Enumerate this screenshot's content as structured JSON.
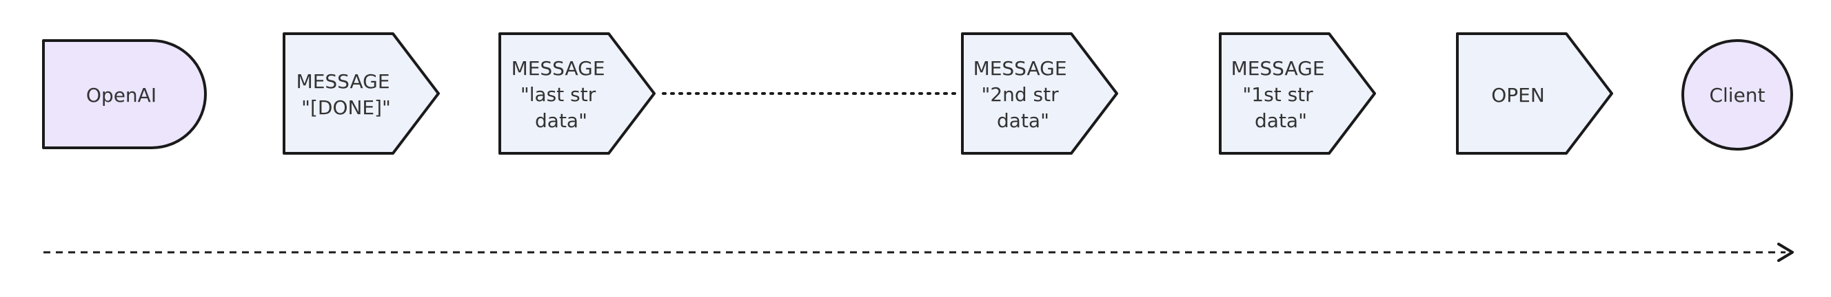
{
  "colors": {
    "terminal_fill": "#ECE5FC",
    "message_fill": "#EEF2FB",
    "stroke": "#1a1a1a",
    "text": "#333333"
  },
  "nodes": {
    "openai": {
      "label": "OpenAI",
      "shape": "half-rounded-rectangle"
    },
    "msg_done": {
      "lines": [
        "MESSAGE",
        "\"[DONE]\""
      ],
      "shape": "pentagon-arrow"
    },
    "msg_last": {
      "lines": [
        "MESSAGE",
        "\"last str",
        "data\""
      ],
      "shape": "pentagon-arrow"
    },
    "msg_2nd": {
      "lines": [
        "MESSAGE",
        "\"2nd str",
        "data\""
      ],
      "shape": "pentagon-arrow"
    },
    "msg_1st": {
      "lines": [
        "MESSAGE",
        "\"1st str",
        "data\""
      ],
      "shape": "pentagon-arrow"
    },
    "open": {
      "label": "OPEN",
      "shape": "pentagon-arrow"
    },
    "client": {
      "label": "Client",
      "shape": "circle"
    }
  },
  "connectors": {
    "gap_between_last_and_2nd": "dotted-line",
    "timeline": "dashed-arrow-right"
  }
}
